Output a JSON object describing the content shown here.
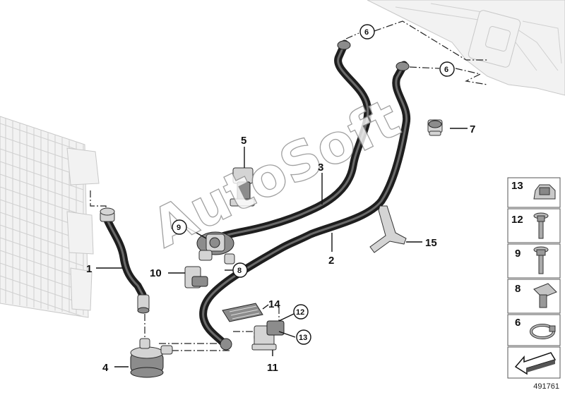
{
  "diagram": {
    "reference_number": "491761",
    "watermark": "AutoSoft",
    "callouts": [
      {
        "id": "c1",
        "number": "1",
        "target": "hose-to-radiator"
      },
      {
        "id": "c2",
        "number": "2",
        "target": "coolant-return-hose"
      },
      {
        "id": "c3",
        "number": "3",
        "target": "coolant-feed-hose"
      },
      {
        "id": "c4",
        "number": "4",
        "target": "auxiliary-water-pump"
      },
      {
        "id": "c5",
        "number": "5",
        "target": "bracket"
      },
      {
        "id": "c6a",
        "number": "6",
        "target": "hose-clamp"
      },
      {
        "id": "c6b",
        "number": "6",
        "target": "hose-clamp"
      },
      {
        "id": "c7",
        "number": "7",
        "target": "hose-clamp-holder"
      },
      {
        "id": "c8",
        "number": "8",
        "target": "expanding-nut"
      },
      {
        "id": "c9",
        "number": "9",
        "target": "screw"
      },
      {
        "id": "c10",
        "number": "10",
        "target": "holder"
      },
      {
        "id": "c11",
        "number": "11",
        "target": "pump-bracket"
      },
      {
        "id": "c12",
        "number": "12",
        "target": "screw"
      },
      {
        "id": "c13",
        "number": "13",
        "target": "clip-nut"
      },
      {
        "id": "c14",
        "number": "14",
        "target": "protective-pad"
      },
      {
        "id": "c15",
        "number": "15",
        "target": "retaining-bracket"
      }
    ],
    "legend": [
      {
        "number": "13",
        "icon": "clip-nut-icon"
      },
      {
        "number": "12",
        "icon": "flange-screw-icon"
      },
      {
        "number": "9",
        "icon": "hex-screw-icon"
      },
      {
        "number": "8",
        "icon": "expanding-nut-icon"
      },
      {
        "number": "6",
        "icon": "hose-clamp-icon"
      },
      {
        "number": "",
        "icon": "arrow-icon"
      }
    ]
  }
}
